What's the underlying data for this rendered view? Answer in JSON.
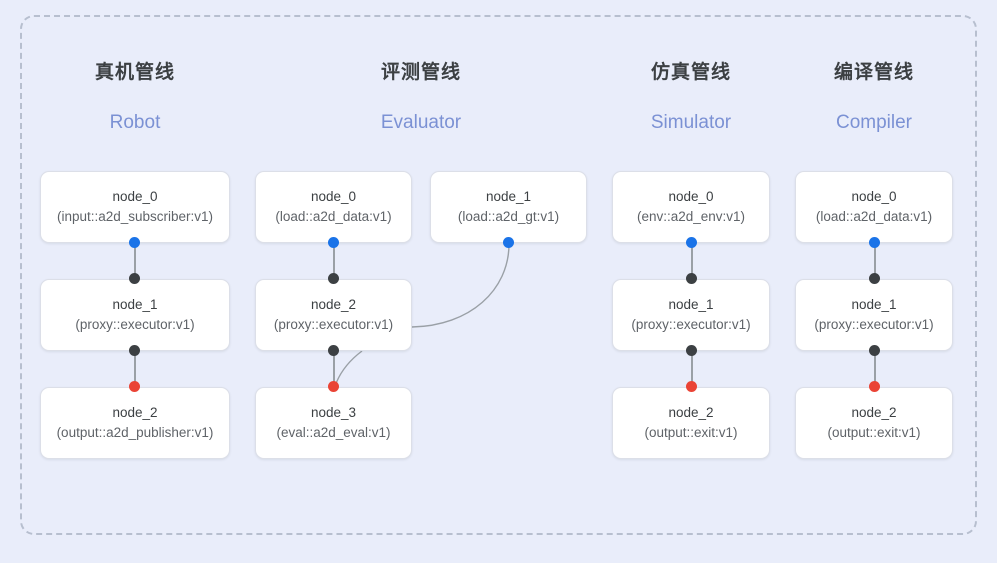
{
  "diagram": {
    "background_color": "#e9edfa",
    "frame_border_color": "#b7bfcf",
    "port_colors": {
      "output": "#1a73e8",
      "input": "#3c4043",
      "terminal": "#ea4335"
    },
    "edge_color": "#9aa0a6"
  },
  "columns": [
    {
      "title_cn": "真机管线",
      "title_en": "Robot",
      "nodes": [
        {
          "name": "node_0",
          "type": "(input::a2d_subscriber:v1)"
        },
        {
          "name": "node_1",
          "type": "(proxy::executor:v1)"
        },
        {
          "name": "node_2",
          "type": "(output::a2d_publisher:v1)"
        }
      ]
    },
    {
      "title_cn": "评测管线",
      "title_en": "Evaluator",
      "nodes": [
        {
          "name": "node_0",
          "type": "(load::a2d_data:v1)"
        },
        {
          "name": "node_1",
          "type": "(load::a2d_gt:v1)"
        },
        {
          "name": "node_2",
          "type": "(proxy::executor:v1)"
        },
        {
          "name": "node_3",
          "type": "(eval::a2d_eval:v1)"
        }
      ]
    },
    {
      "title_cn": "仿真管线",
      "title_en": "Simulator",
      "nodes": [
        {
          "name": "node_0",
          "type": "(env::a2d_env:v1)"
        },
        {
          "name": "node_1",
          "type": "(proxy::executor:v1)"
        },
        {
          "name": "node_2",
          "type": "(output::exit:v1)"
        }
      ]
    },
    {
      "title_cn": "编译管线",
      "title_en": "Compiler",
      "nodes": [
        {
          "name": "node_0",
          "type": "(load::a2d_data:v1)"
        },
        {
          "name": "node_1",
          "type": "(proxy::executor:v1)"
        },
        {
          "name": "node_2",
          "type": "(output::exit:v1)"
        }
      ]
    }
  ]
}
